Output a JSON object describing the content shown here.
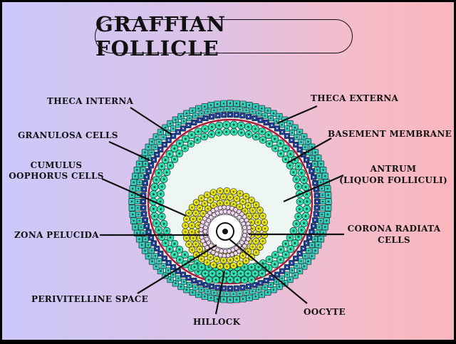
{
  "title": "GRAFFIAN FOLLICLE",
  "labels": {
    "theca_interna": "THECA INTERNA",
    "granulosa_cells": "GRANULOSA CELLS",
    "cumulus_1": "CUMULUS",
    "cumulus_2": "OOPHORUS CELLS",
    "zona_pelucida": "ZONA PELUCIDA",
    "perivitelline_space": "PERIVITELLINE SPACE",
    "hillock": "HILLOCK",
    "theca_externa": "THECA EXTERNA",
    "basement_membrane": "BASEMENT MEMBRANE",
    "antrum_1": "ANTRUM",
    "antrum_2": "(LIQUOR FOLLICULI)",
    "corona_1": "CORONA RADIATA",
    "corona_2": "CELLS",
    "oocyte": "OOCYTE"
  },
  "colors": {
    "theca_externa_cells": "#37c9b9",
    "theca_interna_cells": "#1f3f9a",
    "basement_membrane": "#b01a3c",
    "granulosa_cells": "#2fe0b0",
    "cumulus_cells": "#e6e21a",
    "corona_cells": "#f1d6f1",
    "oocyte": "#ffffff"
  }
}
